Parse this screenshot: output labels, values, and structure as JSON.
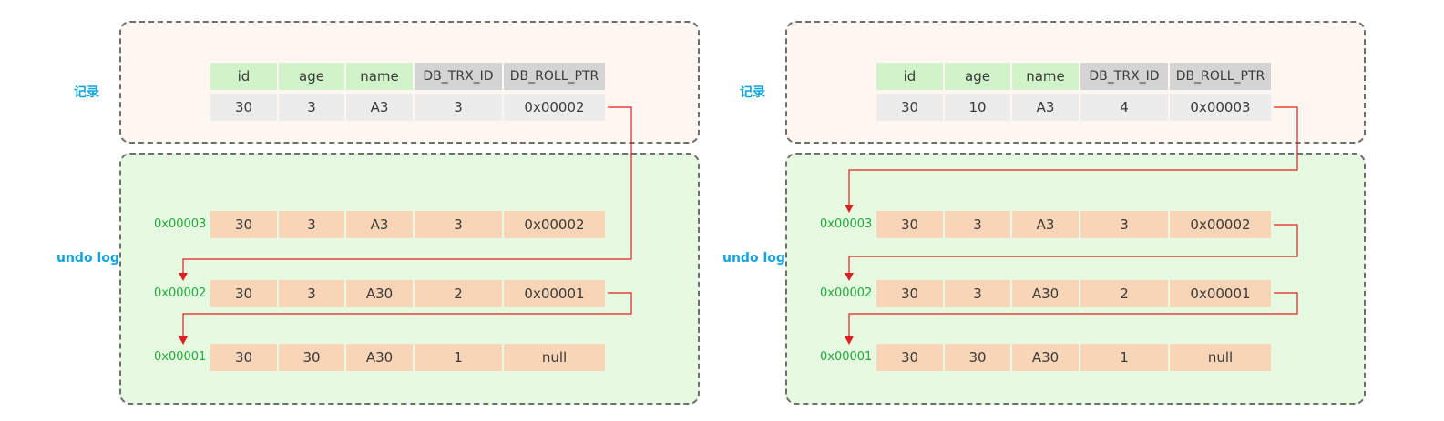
{
  "panels": [
    {
      "record_label": "记录",
      "undo_label": "undo log",
      "headers": [
        "id",
        "age",
        "name",
        "DB_TRX_ID",
        "DB_ROLL_PTR"
      ],
      "record": [
        "30",
        "3",
        "A3",
        "3",
        "0x00002"
      ],
      "undo_rows": [
        {
          "addr": "0x00003",
          "cells": [
            "30",
            "3",
            "A3",
            "3",
            "0x00002"
          ]
        },
        {
          "addr": "0x00002",
          "cells": [
            "30",
            "3",
            "A30",
            "2",
            "0x00001"
          ]
        },
        {
          "addr": "0x00001",
          "cells": [
            "30",
            "30",
            "A30",
            "1",
            "null"
          ]
        }
      ]
    },
    {
      "record_label": "记录",
      "undo_label": "undo log",
      "headers": [
        "id",
        "age",
        "name",
        "DB_TRX_ID",
        "DB_ROLL_PTR"
      ],
      "record": [
        "30",
        "10",
        "A3",
        "4",
        "0x00003"
      ],
      "undo_rows": [
        {
          "addr": "0x00003",
          "cells": [
            "30",
            "3",
            "A3",
            "3",
            "0x00002"
          ]
        },
        {
          "addr": "0x00002",
          "cells": [
            "30",
            "3",
            "A30",
            "2",
            "0x00001"
          ]
        },
        {
          "addr": "0x00001",
          "cells": [
            "30",
            "30",
            "A30",
            "1",
            "null"
          ]
        }
      ]
    }
  ],
  "colors": {
    "header_green": "#d1f3c9",
    "header_gray": "#d4d4d4",
    "record_cell": "#ececec",
    "undo_cell": "#f9d5b7",
    "address_text": "#1faa38",
    "label_text": "#12a4e0",
    "arrow": "#e02020"
  }
}
